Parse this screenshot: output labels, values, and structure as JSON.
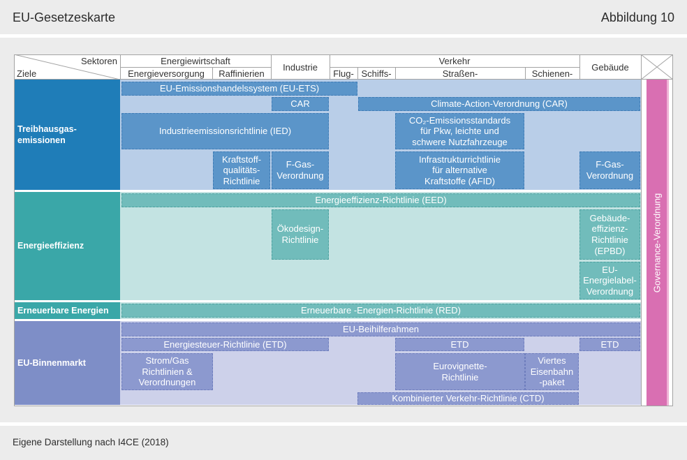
{
  "header": {
    "title": "EU-Gesetzeskarte",
    "figure": "Abbildung 10"
  },
  "matrix": {
    "corner": {
      "sectors": "Sektoren",
      "goals": "Ziele"
    },
    "sectors": {
      "energiewirtschaft": {
        "label": "Energiewirtschaft",
        "sub": [
          "Energieversorgung",
          "Raffinierien"
        ]
      },
      "industrie": {
        "label": "Industrie"
      },
      "verkehr": {
        "label": "Verkehr",
        "sub": [
          "Flug-",
          "Schiffs-",
          "Straßen-",
          "Schienen-"
        ]
      },
      "gebaeude": {
        "label": "Gebäude"
      }
    },
    "goals": {
      "treibhausgas": {
        "label": "Treibhausgas-\nemissionen",
        "instruments": [
          "EU-Emissionshandelssystem (EU-ETS)",
          "CAR",
          "Climate-Action-Verordnung (CAR)",
          "Industrieemissionsrichtlinie (IED)",
          "CO₂-Emissionsstandards\nfür Pkw, leichte und\nschwere Nutzfahrzeuge",
          "Kraftstoff-\nqualitäts-\nRichtlinie",
          "F-Gas-\nVerordnung",
          "Infrastrukturrichtlinie\nfür alternative\nKraftstoffe (AFID)",
          "F-Gas-\nVerordnung"
        ]
      },
      "energieeffizienz": {
        "label": "Energieeffizienz",
        "instruments": [
          "Energieeffizienz-Richtlinie (EED)",
          "Ökodesign-\nRichtlinie",
          "Gebäude-\neffizienz-\nRichtlinie\n(EPBD)",
          "EU-\nEnergielabel-\nVerordnung"
        ]
      },
      "erneuerbare": {
        "label": "Erneuerbare Energien",
        "instruments": [
          "Erneuerbare -Energien-Richtlinie (RED)"
        ]
      },
      "binnenmarkt": {
        "label": "EU-Binnenmarkt",
        "instruments": [
          "EU-Beihilferahmen",
          "Energiesteuer-Richtlinie (ETD)",
          "ETD",
          "ETD",
          "Strom/Gas\nRichtlinien &\nVerordnungen",
          "Eurovignette-\nRichtlinie",
          "Viertes\nEisenbahn\n-paket",
          "Kombinierter Verkehr-Richtlinie (CTD)"
        ]
      }
    },
    "governance": "Governance-Verordnung"
  },
  "footer": {
    "source": "Eigene Darstellung nach I4CE (2018)"
  },
  "colors": {
    "ghg_label": "#1f7db8",
    "ghg_body": "#b9cee8",
    "ghg_box": "#5b95c9",
    "ghg_border": "#3f7cb6",
    "eff_label": "#3aa7a8",
    "eff_body": "#c3e3e2",
    "eff_box": "#71bcbb",
    "eff_border": "#4ca19f",
    "bin_label": "#7e8ec7",
    "bin_body": "#cdd1ea",
    "bin_box": "#8c99cf",
    "bin_border": "#6e7dbd",
    "governance": "#d96fb2",
    "governance_edge": "#efb3d6"
  }
}
